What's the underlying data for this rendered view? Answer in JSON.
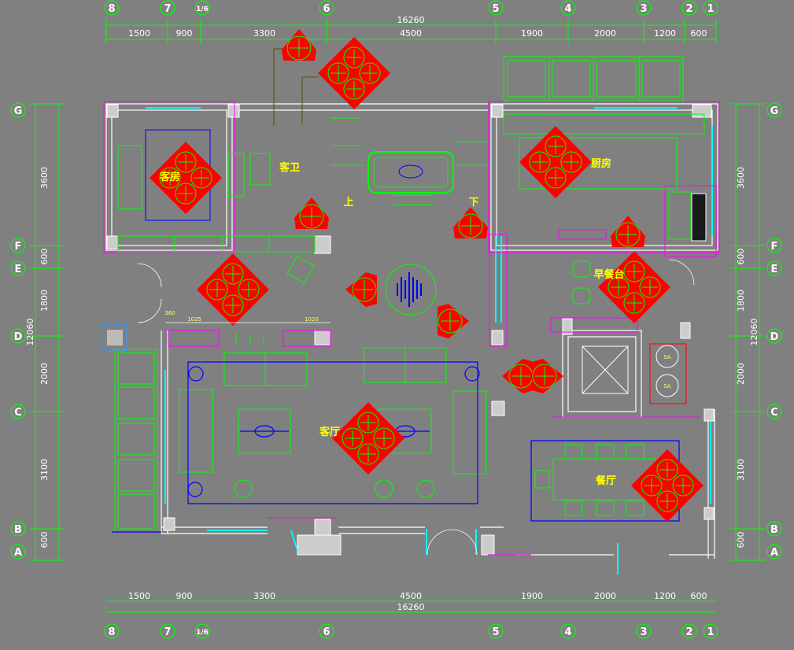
{
  "dims_top_total": "16260",
  "dims_top": [
    "1500",
    "900",
    "3300",
    "4500",
    "1900",
    "2000",
    "1200",
    "600"
  ],
  "dims_bottom_total": "16260",
  "dims_bottom": [
    "1500",
    "900",
    "3300",
    "4500",
    "1900",
    "2000",
    "1200",
    "600"
  ],
  "dims_left": [
    "3600",
    "600",
    "1800",
    "2000",
    "3100",
    "600"
  ],
  "dims_left_total": "12060",
  "dims_right": [
    "3600",
    "600",
    "1800",
    "2000",
    "3100",
    "600"
  ],
  "dims_right_total": "12060",
  "axes_cols": [
    "8",
    "7",
    "1/6",
    "6",
    "5",
    "4",
    "3",
    "2",
    "1"
  ],
  "axes_rows": [
    "G",
    "F",
    "E",
    "D",
    "C",
    "B",
    "A"
  ],
  "rooms": {
    "guest_bedroom": "客房",
    "guest_bath": "客卫",
    "kitchen": "厨房",
    "living": "客厅",
    "dining": "餐厅",
    "stair_up": "上",
    "stair_down": "下",
    "utility": "早餐台"
  },
  "small_dims": [
    "360",
    "1025",
    "1020"
  ],
  "shaft_labels": [
    "SA",
    "SA"
  ],
  "colors": {
    "background": "#808080",
    "dim_line": "#00ff00",
    "wall": "#ffffff",
    "marker": "#ff0000",
    "furniture": "#00ff00",
    "window": "#00ffff",
    "accent": "#ff00ff",
    "room_label": "#ffff00"
  }
}
